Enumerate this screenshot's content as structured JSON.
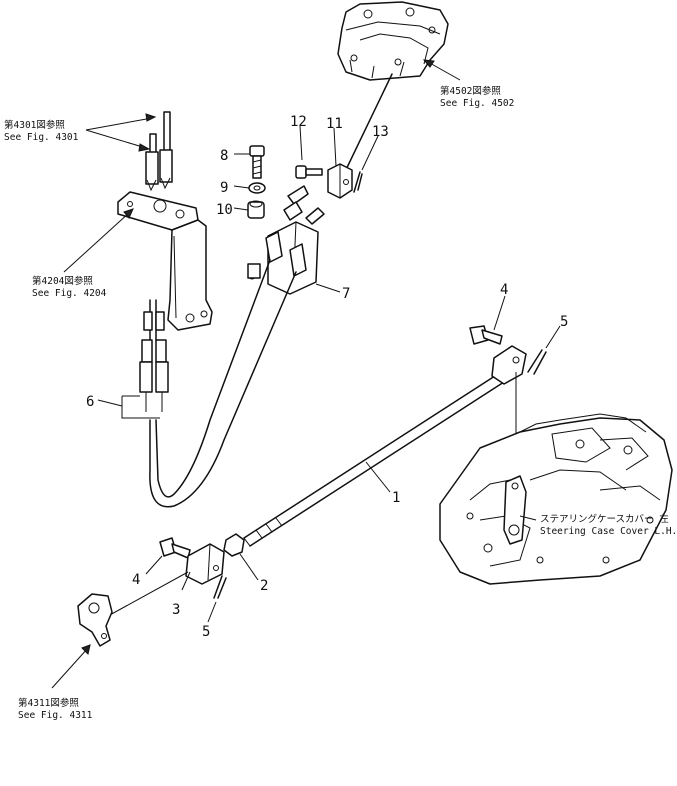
{
  "callouts": [
    {
      "id": "c1",
      "label": "1"
    },
    {
      "id": "c2",
      "label": "2"
    },
    {
      "id": "c3",
      "label": "3"
    },
    {
      "id": "c4a",
      "label": "4"
    },
    {
      "id": "c4b",
      "label": "4"
    },
    {
      "id": "c5a",
      "label": "5"
    },
    {
      "id": "c5b",
      "label": "5"
    },
    {
      "id": "c6",
      "label": "6"
    },
    {
      "id": "c7",
      "label": "7"
    },
    {
      "id": "c8",
      "label": "8"
    },
    {
      "id": "c9",
      "label": "9"
    },
    {
      "id": "c10",
      "label": "10"
    },
    {
      "id": "c11",
      "label": "11"
    },
    {
      "id": "c12",
      "label": "12"
    },
    {
      "id": "c13",
      "label": "13"
    }
  ],
  "refs": {
    "fig4301": {
      "jp": "第4301図参照",
      "en": "See Fig. 4301"
    },
    "fig4204": {
      "jp": "第4204図参照",
      "en": "See Fig. 4204"
    },
    "fig4502": {
      "jp": "第4502図参照",
      "en": "See Fig. 4502"
    },
    "fig4311": {
      "jp": "第4311図参照",
      "en": "See Fig. 4311"
    },
    "steering": {
      "jp": "ステアリングケースカバー 左",
      "en": "Steering Case Cover L.H."
    }
  }
}
